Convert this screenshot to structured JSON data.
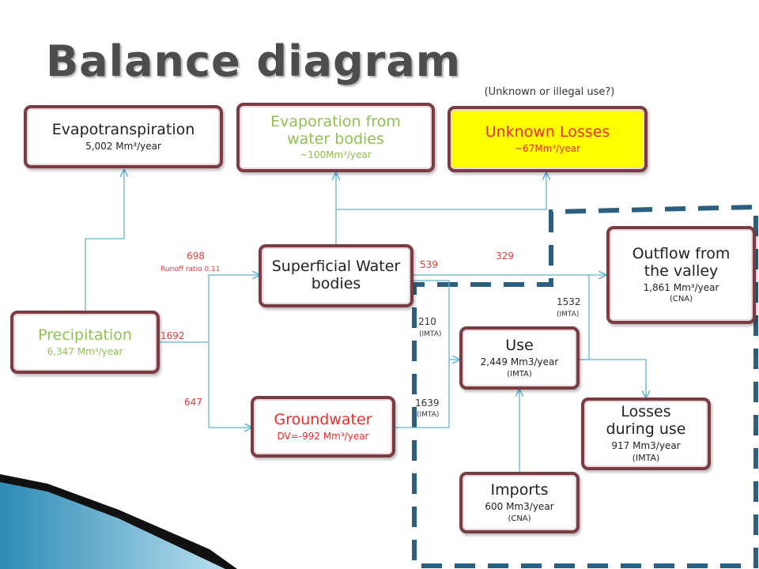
{
  "slide": {
    "title": "Balance diagram",
    "note": "(Unknown or illegal use?)"
  },
  "boxes": {
    "evapotranspiration": {
      "name": "Evapotranspiration",
      "value": "5,002 Mm³/year"
    },
    "evaporation": {
      "name": "Evaporation from water bodies",
      "value": "~100Mm³/year"
    },
    "unknown_losses": {
      "name": "Unknown Losses",
      "value": "~67Mm³/year"
    },
    "superficial": {
      "name": "Superficial Water bodies"
    },
    "outflow": {
      "name": "Outflow from the valley",
      "value": "1,861 Mm³/year",
      "source": "(CNA)"
    },
    "precipitation": {
      "name": "Precipitation",
      "value": "6,347 Mm³/year"
    },
    "use": {
      "name": "Use",
      "value": "2,449 Mm3/year",
      "source": "(IMTA)"
    },
    "groundwater": {
      "name": "Groundwater",
      "value": "DV=-992 Mm³/year"
    },
    "losses_use": {
      "name": "Losses during use",
      "value": "917 Mm3/year",
      "source": "(IMTA)"
    },
    "imports": {
      "name": "Imports",
      "value": "600 Mm3/year",
      "source": "(CNA)"
    }
  },
  "flows": {
    "runoff": "698",
    "runoff_ratio": "Runoff ratio 0.11",
    "precip_out": "1692",
    "recharge": "647",
    "superficial_out": "539",
    "unknown_flow": "329",
    "superficial_to_use": "210",
    "superficial_to_use_src": "(IMTA)",
    "groundwater_to_use": "1639",
    "groundwater_to_use_src": "(IMTA)",
    "use_to_outflow": "1532",
    "use_to_outflow_src": "(IMTA)"
  },
  "colors": {
    "box_border": "#7a3b43",
    "arrow": "#5fb3d3",
    "dashed_region": "#2b5f7f",
    "green_text": "#8fc24e",
    "red_text": "#ee2b2b",
    "yellow_fill": "#ffff00"
  }
}
